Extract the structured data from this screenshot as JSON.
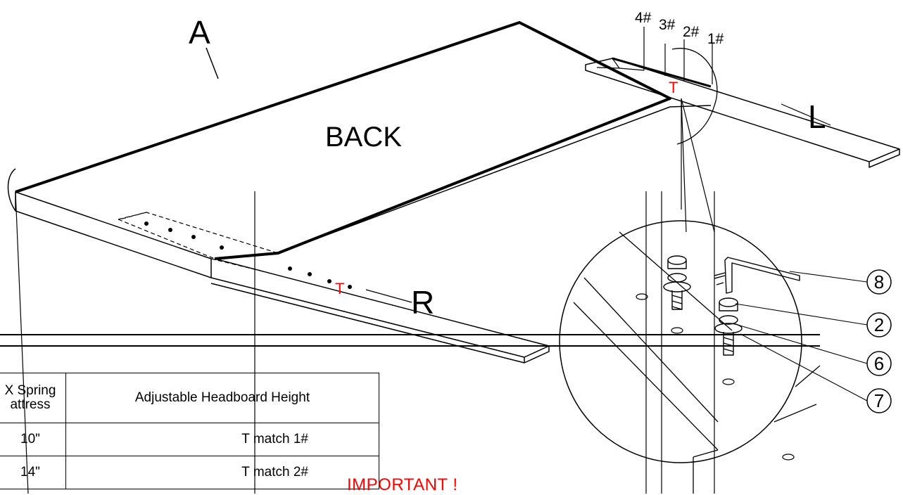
{
  "labels": {
    "part_a": "A",
    "back": "BACK",
    "part_l": "L",
    "part_r": "R",
    "t_mark": "T",
    "positions": [
      "4#",
      "3#",
      "2#",
      "1#"
    ]
  },
  "callouts": [
    "8",
    "2",
    "6",
    "7"
  ],
  "table": {
    "headers": [
      "X Spring\nattress",
      "Adjustable Headboard Height"
    ],
    "rows": [
      [
        "10\"",
        "T match 1#"
      ],
      [
        "14\"",
        "T match 2#"
      ]
    ]
  },
  "notice": "IMPORTANT !",
  "colors": {
    "line": "#000000",
    "accent": "#ff0000"
  }
}
